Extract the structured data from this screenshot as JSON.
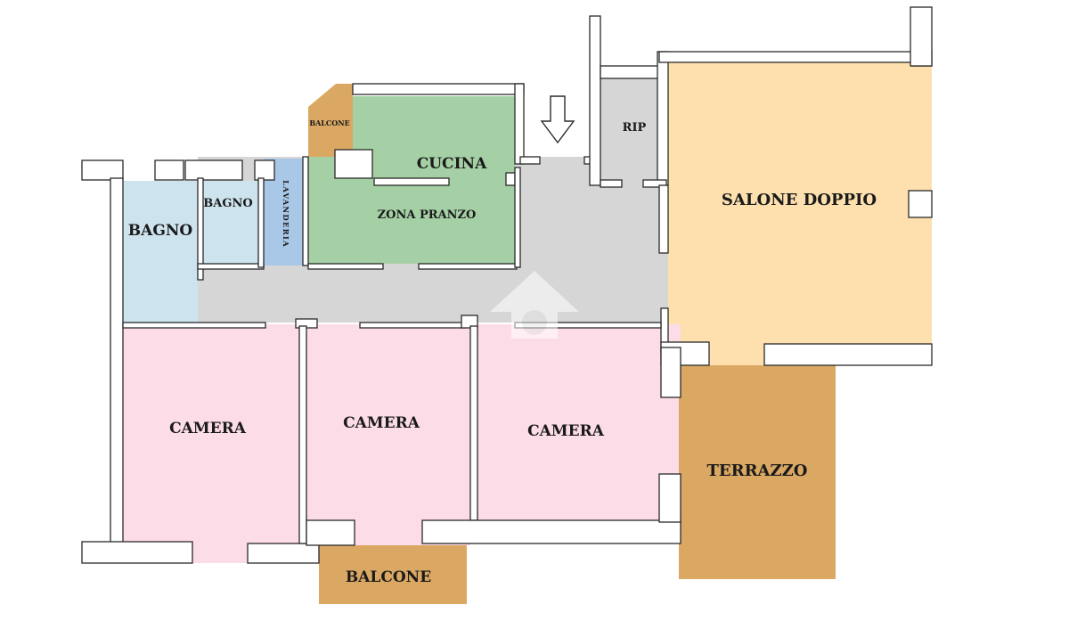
{
  "colors": {
    "bathroom": "#cde4ee",
    "laundry": "#a9c8e8",
    "kitchen": "#a5d0a5",
    "corridor": "#d6d6d6",
    "living": "#fde0ae",
    "bedroom": "#fcdce6",
    "outdoor": "#dba863",
    "wall": "#ffffff",
    "outline": "#2a2a2a"
  },
  "rooms": {
    "bagno_large": "BAGNO",
    "bagno_small": "BAGNO",
    "lavanderia": "LAVANDERIA",
    "balcone_small": "BALCONE",
    "cucina": "CUCINA",
    "zona_pranzo": "ZONA PRANZO",
    "rip": "RIP",
    "salone_doppio": "SALONE DOPPIO",
    "camera_1": "CAMERA",
    "camera_2": "CAMERA",
    "camera_3": "CAMERA",
    "terrazzo": "TERRAZZO",
    "balcone_bottom": "BALCONE"
  },
  "icons": {
    "entrance": "down-arrow-icon",
    "watermark": "watermark-logo-icon"
  }
}
